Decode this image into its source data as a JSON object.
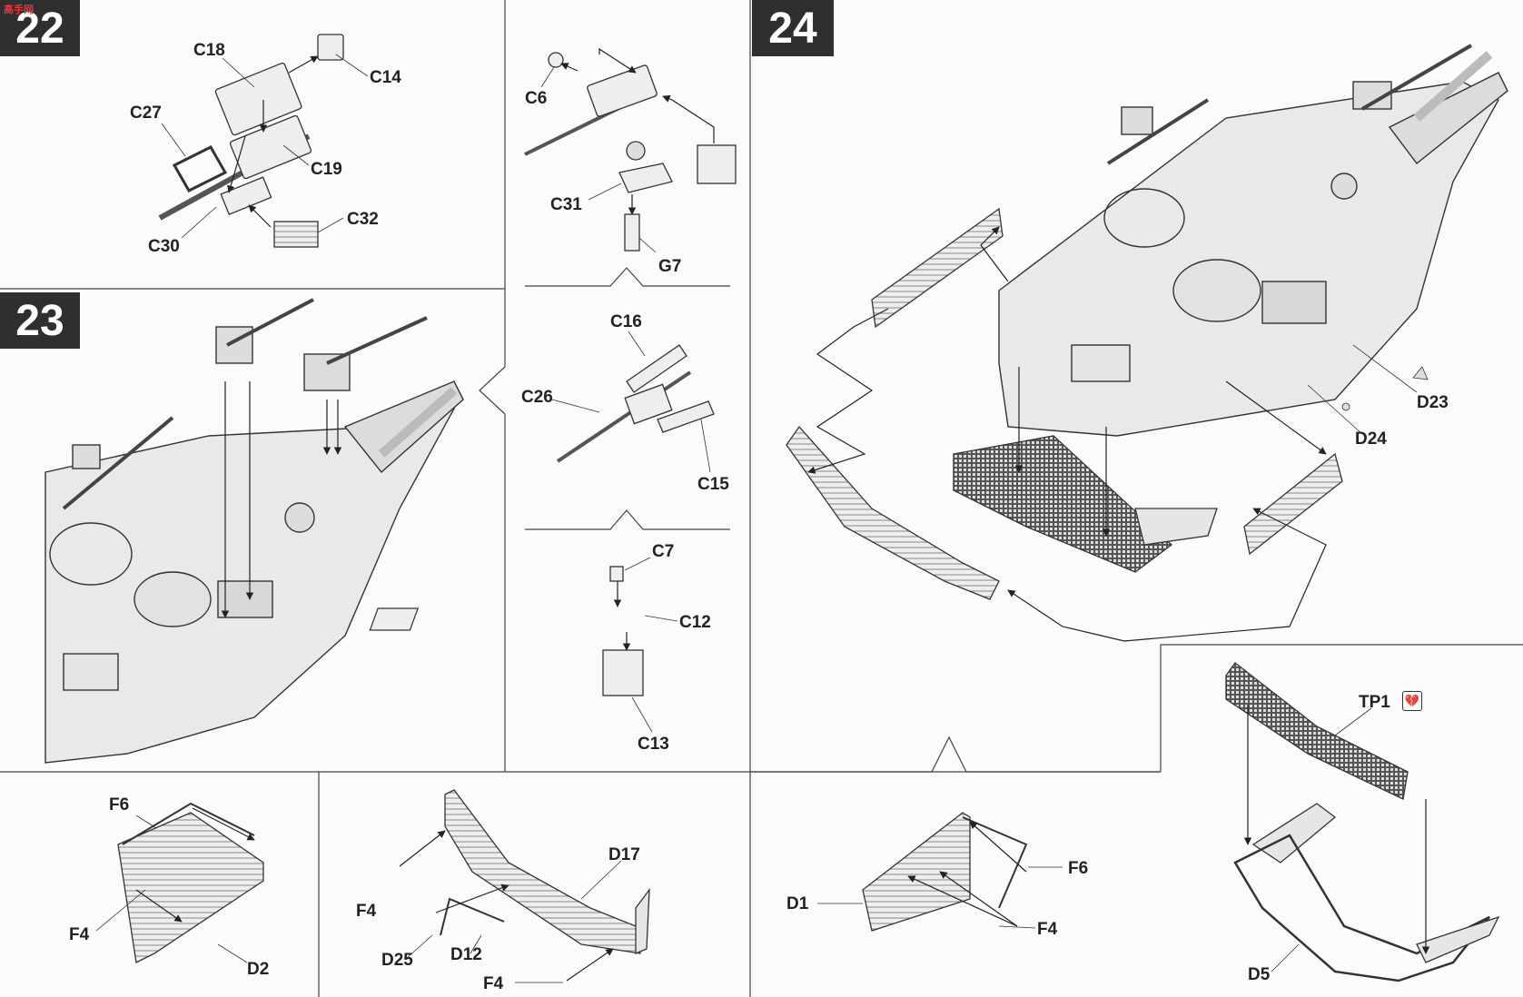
{
  "steps": {
    "s22": "22",
    "s23": "23",
    "s24": "24"
  },
  "watermark": "高手网",
  "labels": {
    "C18": "C18",
    "C14": "C14",
    "C27": "C27",
    "C19": "C19",
    "C30": "C30",
    "C32": "C32",
    "C6": "C6",
    "C31": "C31",
    "G7": "G7",
    "C16": "C16",
    "C26": "C26",
    "C15": "C15",
    "C7": "C7",
    "C12": "C12",
    "C13": "C13",
    "D23": "D23",
    "D24": "D24",
    "TP1": "TP1",
    "D5": "D5",
    "F6a": "F6",
    "F4a": "F4",
    "D2": "D2",
    "D17": "D17",
    "F4b": "F4",
    "D25": "D25",
    "D12": "D12",
    "F4c": "F4",
    "D1": "D1",
    "F6b": "F6",
    "F4d": "F4"
  },
  "icons": {
    "cutter": "scissors-icon",
    "photo_etch_glyph": "💔"
  },
  "colors": {
    "ink": "#333333",
    "step_bg": "#2f2f2f",
    "part_fill": "#eeeeee",
    "hull_fill": "#e9e9e9"
  }
}
